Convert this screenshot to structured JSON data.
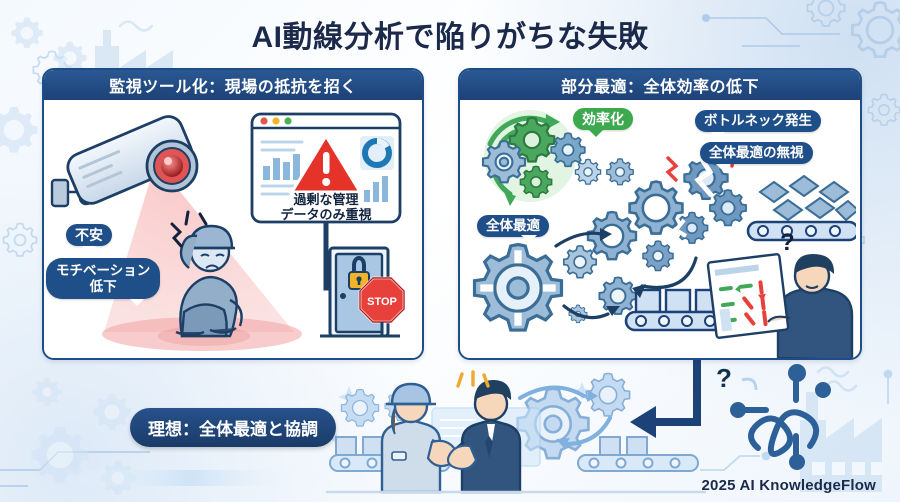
{
  "page": {
    "title": "AI動線分析で陥りがちな失敗",
    "footer": "2025 AI KnowledgeFlow",
    "background_color": "#f4f9fe",
    "accent_color": "#1f4f88",
    "warning_color": "#e63329",
    "success_color": "#3da94f"
  },
  "panels": [
    {
      "id": "left",
      "header": "監視ツール化：現場の抵抗を招く",
      "bubbles": [
        {
          "text": "不安",
          "style": "navy"
        },
        {
          "text": "モチベーション\n低下",
          "line1": "モチベーション",
          "line2": "低下",
          "style": "navy"
        }
      ],
      "dashboard": {
        "line1": "過剰な管理",
        "line2": "データのみ重視",
        "icon": "warning-triangle"
      },
      "icons": [
        "security-camera-icon",
        "worried-worker-icon",
        "locked-door-icon",
        "stop-sign-icon"
      ],
      "stop_sign_label": "STOP"
    },
    {
      "id": "right",
      "header": "部分最適：全体効率の低下",
      "bubbles": [
        {
          "text": "効率化",
          "style": "green"
        },
        {
          "text": "ボトルネック発生",
          "style": "navy"
        },
        {
          "text": "全体最適の無視",
          "style": "navy"
        },
        {
          "text": "全体最適",
          "style": "navy"
        }
      ],
      "icons": [
        "gear-cluster-icon",
        "broken-gear-icon",
        "conveyor-belt-icon",
        "confused-person-icon",
        "question-mark-icon"
      ]
    }
  ],
  "bottom": {
    "ideal_label": "理想：全体最適と協調",
    "icons": [
      "handshake-scene-icon",
      "tangled-network-icon",
      "question-mark-icon",
      "factory-icon",
      "conveyor-belt-icon",
      "elbow-arrow-icon"
    ]
  }
}
